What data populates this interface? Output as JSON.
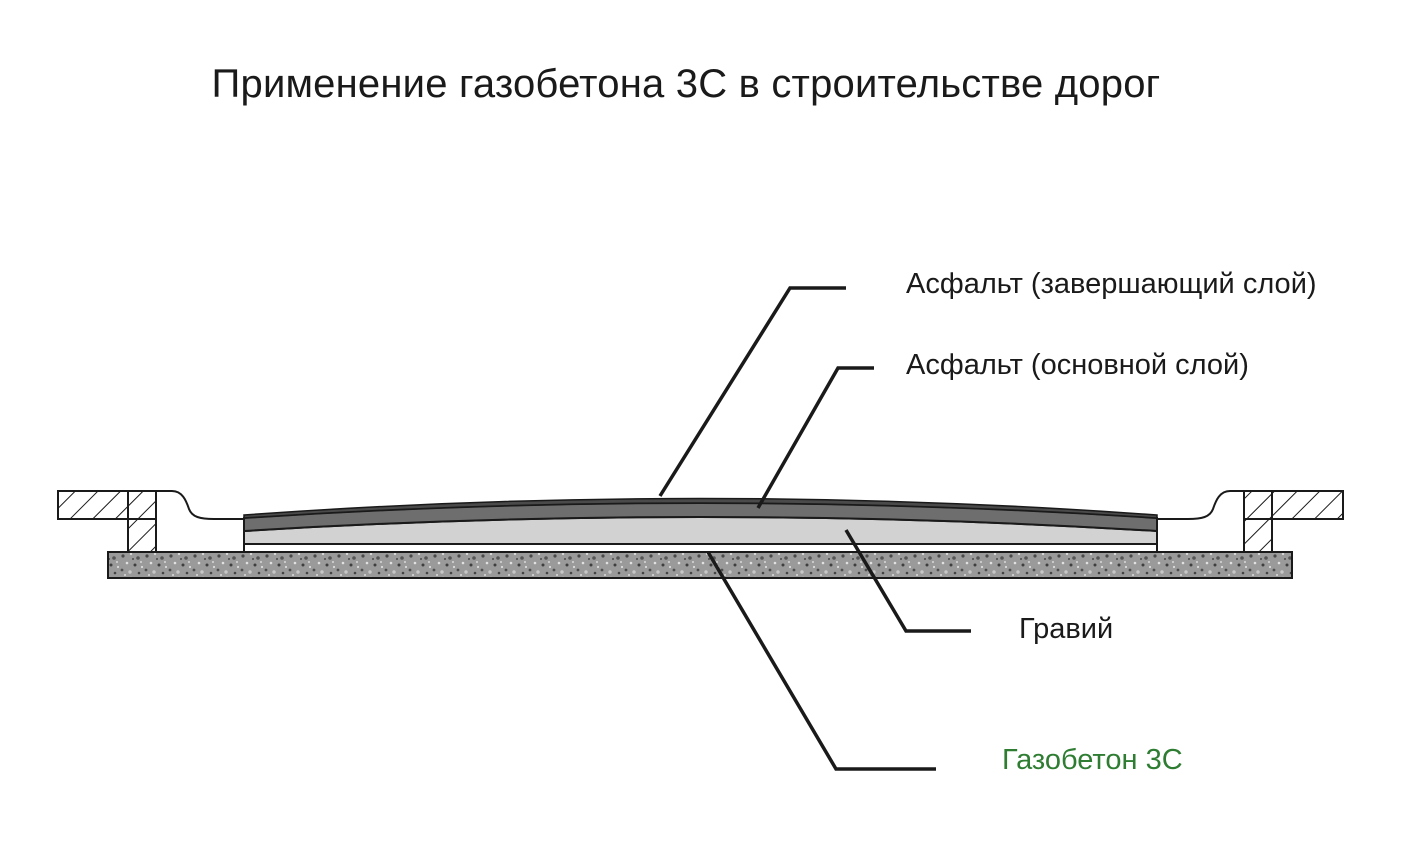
{
  "title": "Применение газобетона 3С в строительстве дорог",
  "layers": {
    "top_asphalt": "Асфальт (завершающий слой)",
    "base_asphalt": "Асфальт (основной слой)",
    "gravel": "Гравий",
    "aerated_concrete": "Газобетон 3С"
  },
  "colors": {
    "text": "#1a1a1a",
    "accent_green": "#2e7d32",
    "top_asphalt": "#5a5a5a",
    "base_asphalt": "#6e6e6e",
    "gravel": "#d2d2d2",
    "aerated_concrete": "#8a8a8a",
    "outline": "#1a1a1a"
  }
}
